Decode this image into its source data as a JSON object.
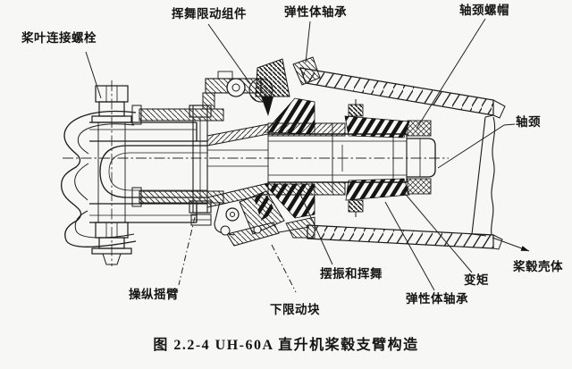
{
  "figure": {
    "caption": "图 2.2-4  UH-60A 直升机桨毂支臂构造",
    "paper_color": "#f7f7f5",
    "ink_color": "#1b1b1b"
  },
  "labels": {
    "blade_bolt": "桨叶连接螺栓",
    "flap_restrainer": "挥舞限动组件",
    "elastomeric_bearing_top": "弹性体轴承",
    "journal_nut": "轴颈螺帽",
    "journal": "轴颈",
    "hub_shell": "桨毂壳体",
    "pitch_change": "变矩",
    "elastomeric_bearing_bottom": "弹性体轴承",
    "lead_lag_and_flap": "摆振和挥舞",
    "lower_stop_block": "下限动块",
    "control_horn": "操纵摇臂"
  }
}
